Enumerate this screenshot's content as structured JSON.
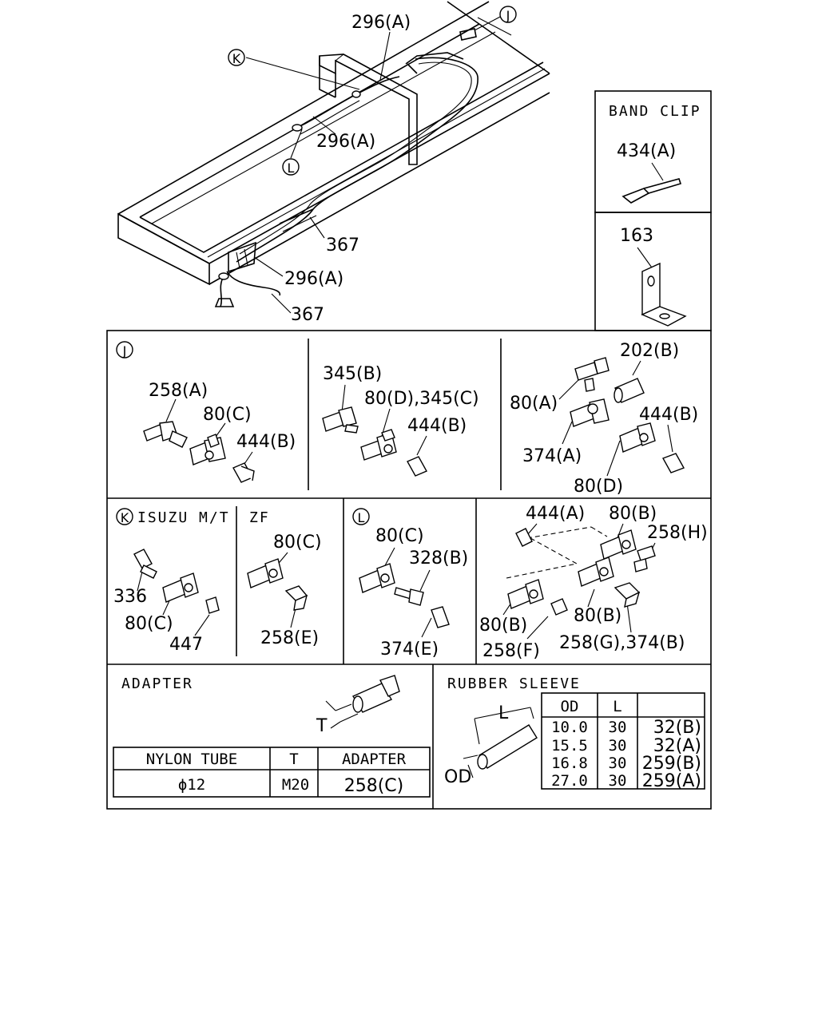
{
  "top_labels": {
    "tube_a1": "296(A)",
    "tube_a2": "296(A)",
    "tube_a3": "296(A)",
    "hose_1": "367",
    "hose_2": "367",
    "callout_j": "J",
    "callout_k": "K",
    "callout_l": "L"
  },
  "band_clip": {
    "title": "BAND CLIP",
    "part": "434(A)"
  },
  "bracket": {
    "part": "163"
  },
  "section_j": {
    "callout": "J",
    "p1": "258(A)",
    "p2": "80(C)",
    "p3": "444(B)",
    "p4": "345(B)",
    "p5": "80(D),345(C)",
    "p6": "444(B)",
    "p7": "202(B)",
    "p8": "80(A)",
    "p9": "444(B)",
    "p10": "374(A)",
    "p11": "80(D)"
  },
  "section_k": {
    "callout": "K",
    "title": "ISUZU M/T",
    "p1": "336",
    "p2": "80(C)",
    "p3": "447"
  },
  "section_zf": {
    "title": "ZF",
    "p1": "80(C)",
    "p2": "258(E)"
  },
  "section_l": {
    "callout": "L",
    "p1": "80(C)",
    "p2": "328(B)",
    "p3": "374(E)"
  },
  "section_misc": {
    "p1": "444(A)",
    "p2": "80(B)",
    "p3": "258(H)",
    "p4": "80(B)",
    "p5": "80(B)",
    "p6": "258(F)",
    "p7": "258(G),374(B)"
  },
  "adapter": {
    "title": "ADAPTER",
    "dim_label": "T",
    "headers": [
      "NYLON TUBE",
      "T",
      "ADAPTER"
    ],
    "row": [
      "ϕ12",
      "M20",
      "258(C)"
    ]
  },
  "rubber_sleeve": {
    "title": "RUBBER SLEEVE",
    "dim_l": "L",
    "dim_od": "OD",
    "headers": [
      "OD",
      "L",
      ""
    ],
    "rows": [
      [
        "10.0",
        "30",
        "32(B)"
      ],
      [
        "15.5",
        "30",
        "32(A)"
      ],
      [
        "16.8",
        "30",
        "259(B)"
      ],
      [
        "27.0",
        "30",
        "259(A)"
      ]
    ]
  }
}
